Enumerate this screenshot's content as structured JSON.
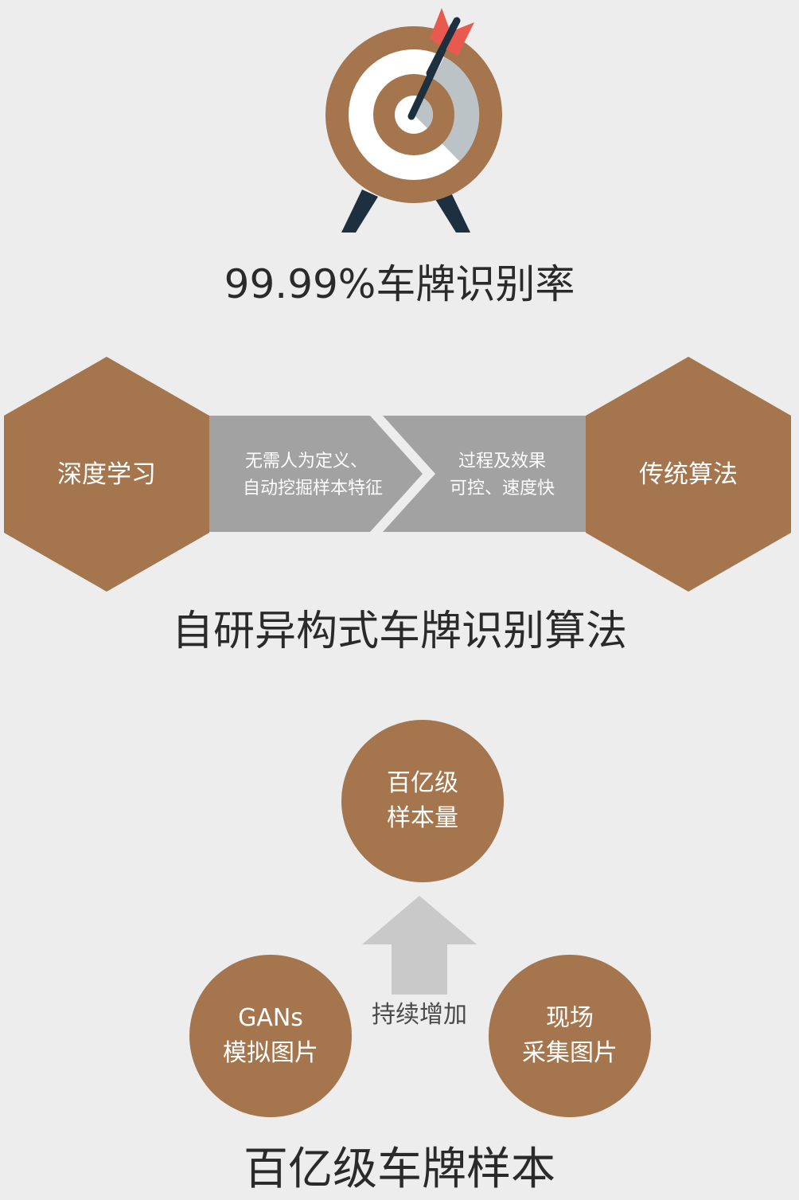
{
  "colors": {
    "background": "#ededed",
    "brown": "#a5754d",
    "gray_band": "#a2a2a2",
    "arrow_gray": "#c9c9c9",
    "target_white": "#ffffff",
    "target_lightgray": "#bcc3c7",
    "dart_shaft": "#1d3040",
    "dart_fletch": "#e85a4f",
    "heading_text": "#2a2a2a"
  },
  "icons": {
    "target": "target-with-dart-icon",
    "up_arrow": "up-arrow-icon"
  },
  "section1": {
    "heading": "99.99%车牌识别率"
  },
  "section2": {
    "left_hexagon_label": "深度学习",
    "right_hexagon_label": "传统算法",
    "band_left_line1": "无需人为定义、",
    "band_left_line2": "自动挖掘样本特征",
    "band_right_line1": "过程及效果",
    "band_right_line2": "可控、速度快",
    "heading": "自研异构式车牌识别算法"
  },
  "section3": {
    "top_circle_line1": "百亿级",
    "top_circle_line2": "样本量",
    "left_circle_line1": "GANs",
    "left_circle_line2": "模拟图片",
    "right_circle_line1": "现场",
    "right_circle_line2": "采集图片",
    "arrow_label": "持续增加",
    "heading": "百亿级车牌样本"
  }
}
